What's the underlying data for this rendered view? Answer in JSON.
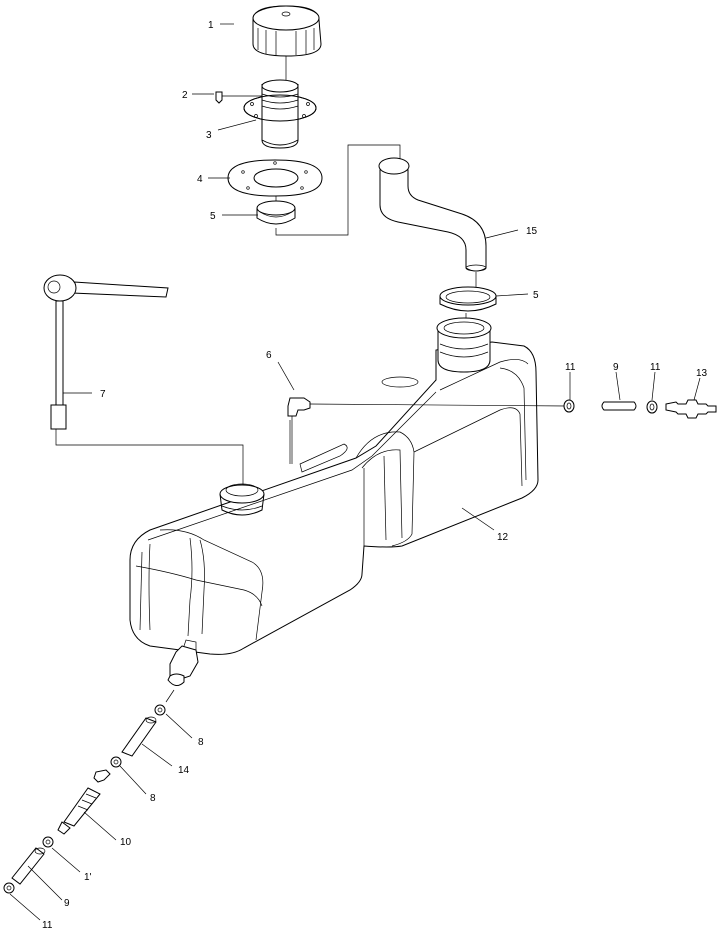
{
  "callouts": [
    {
      "id": "c1",
      "label": "1"
    },
    {
      "id": "c2",
      "label": "2"
    },
    {
      "id": "c3",
      "label": "3"
    },
    {
      "id": "c4",
      "label": "4"
    },
    {
      "id": "c5a",
      "label": "5"
    },
    {
      "id": "c15",
      "label": "15"
    },
    {
      "id": "c5b",
      "label": "5"
    },
    {
      "id": "c7",
      "label": "7"
    },
    {
      "id": "c6",
      "label": "6"
    },
    {
      "id": "c11a",
      "label": "11"
    },
    {
      "id": "c9a",
      "label": "9"
    },
    {
      "id": "c11b",
      "label": "11"
    },
    {
      "id": "c13",
      "label": "13"
    },
    {
      "id": "c12",
      "label": "12"
    },
    {
      "id": "c8a",
      "label": "8"
    },
    {
      "id": "c14",
      "label": "14"
    },
    {
      "id": "c8b",
      "label": "8"
    },
    {
      "id": "c10",
      "label": "10"
    },
    {
      "id": "c11c",
      "label": "1'"
    },
    {
      "id": "c9b",
      "label": "9"
    },
    {
      "id": "c11d",
      "label": "11"
    }
  ],
  "parts": [
    "fuel-cap",
    "vent-fitting",
    "filler-neck-flange",
    "gasket",
    "hose-clamp",
    "filler-hose",
    "fuel-gauge-sender",
    "elbow-fitting",
    "fuel-line-hose",
    "fuel-tank",
    "pickup-fitting",
    "fuel-filter",
    "primer-bulb-fitting"
  ]
}
